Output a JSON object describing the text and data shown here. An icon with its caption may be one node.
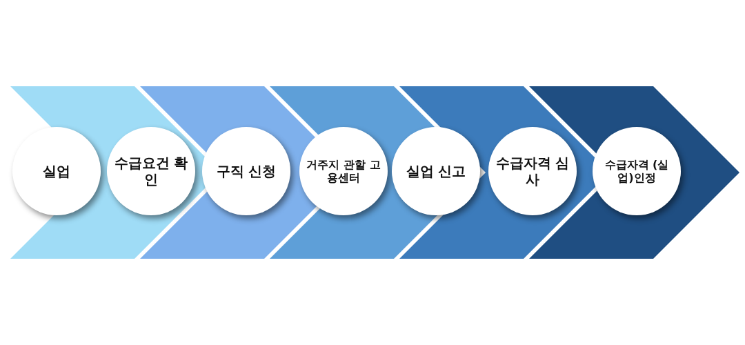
{
  "diagram": {
    "nodes": [
      {
        "text": [
          "실업"
        ]
      },
      {
        "text": [
          "수급요건 확인"
        ]
      },
      {
        "text": [
          "구직 신청"
        ]
      },
      {
        "text": [
          "거주지 관할 고용센터"
        ]
      },
      {
        "text": [
          "실업 신고"
        ]
      },
      {
        "text": [
          "수급자격 심사"
        ]
      },
      {
        "text": [
          "수급자격 (실업)인정"
        ]
      }
    ]
  }
}
